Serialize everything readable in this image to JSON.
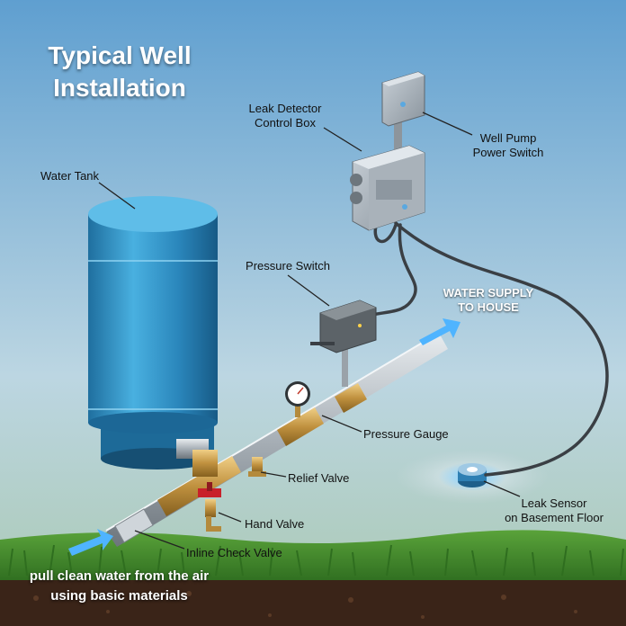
{
  "title": {
    "line1": "Typical Well",
    "line2": "Installation"
  },
  "labels": {
    "water_tank": "Water Tank",
    "leak_detector_1": "Leak Detector",
    "leak_detector_2": "Control Box",
    "well_pump_1": "Well Pump",
    "well_pump_2": "Power Switch",
    "pressure_switch": "Pressure Switch",
    "water_supply_1": "WATER SUPPLY",
    "water_supply_2": "TO HOUSE",
    "pressure_gauge": "Pressure Gauge",
    "relief_valve": "Relief Valve",
    "hand_valve": "Hand Valve",
    "inline_check_valve": "Inline Check Valve",
    "leak_sensor_1": "Leak Sensor",
    "leak_sensor_2": "on Basement Floor"
  },
  "caption": {
    "line1": "pull clean water from the air",
    "line2": "using basic materials"
  },
  "colors": {
    "sky_top": "#6fa9d6",
    "sky_bottom": "#d9e8ec",
    "grass": "#3f8a2a",
    "soil": "#3a2418",
    "tank": "#2f8fc4",
    "pipe": "#b9c0c6",
    "brass": "#c79a4a",
    "flow_arrow": "#4fb4ff"
  }
}
